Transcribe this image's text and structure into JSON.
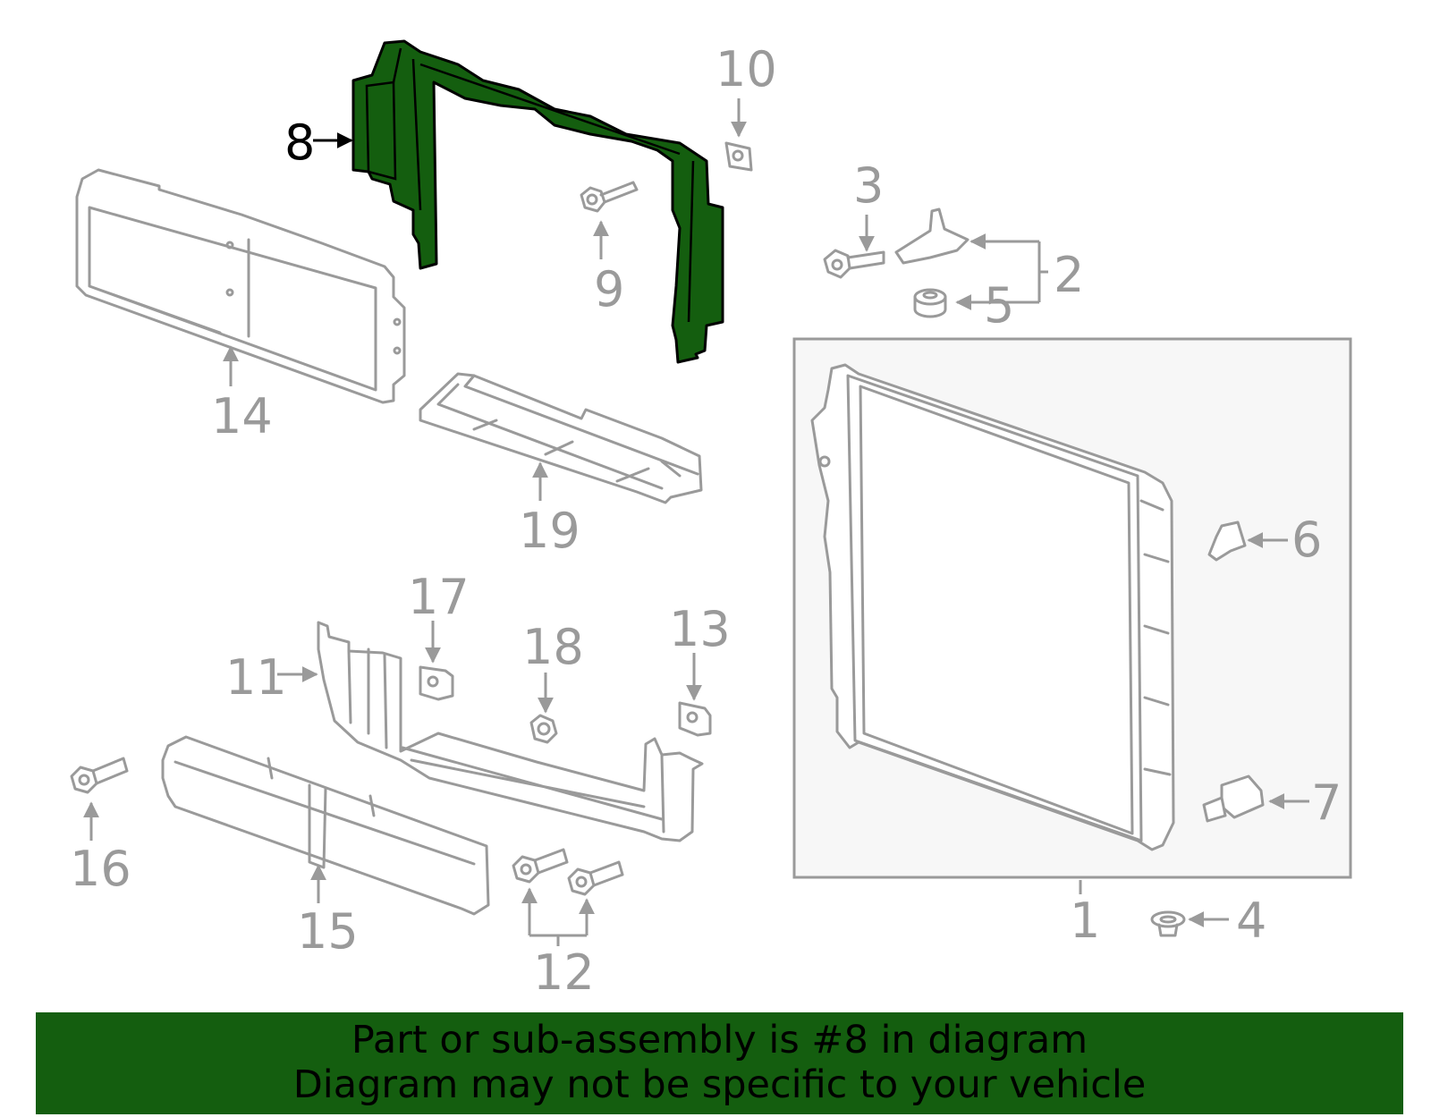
{
  "diagram": {
    "highlight_color": "#145e0f",
    "part_color": "#9a9a9a",
    "callouts": {
      "c1": "1",
      "c2": "2",
      "c3": "3",
      "c4": "4",
      "c5": "5",
      "c6": "6",
      "c7": "7",
      "c8": "8",
      "c9": "9",
      "c10": "10",
      "c11": "11",
      "c12": "12",
      "c13": "13",
      "c14": "14",
      "c15": "15",
      "c16": "16",
      "c17": "17",
      "c18": "18",
      "c19": "19"
    }
  },
  "banner": {
    "line1": "Part or sub-assembly is #8 in diagram",
    "line2": "Diagram may not be specific to your vehicle",
    "color": "#145e0f"
  }
}
